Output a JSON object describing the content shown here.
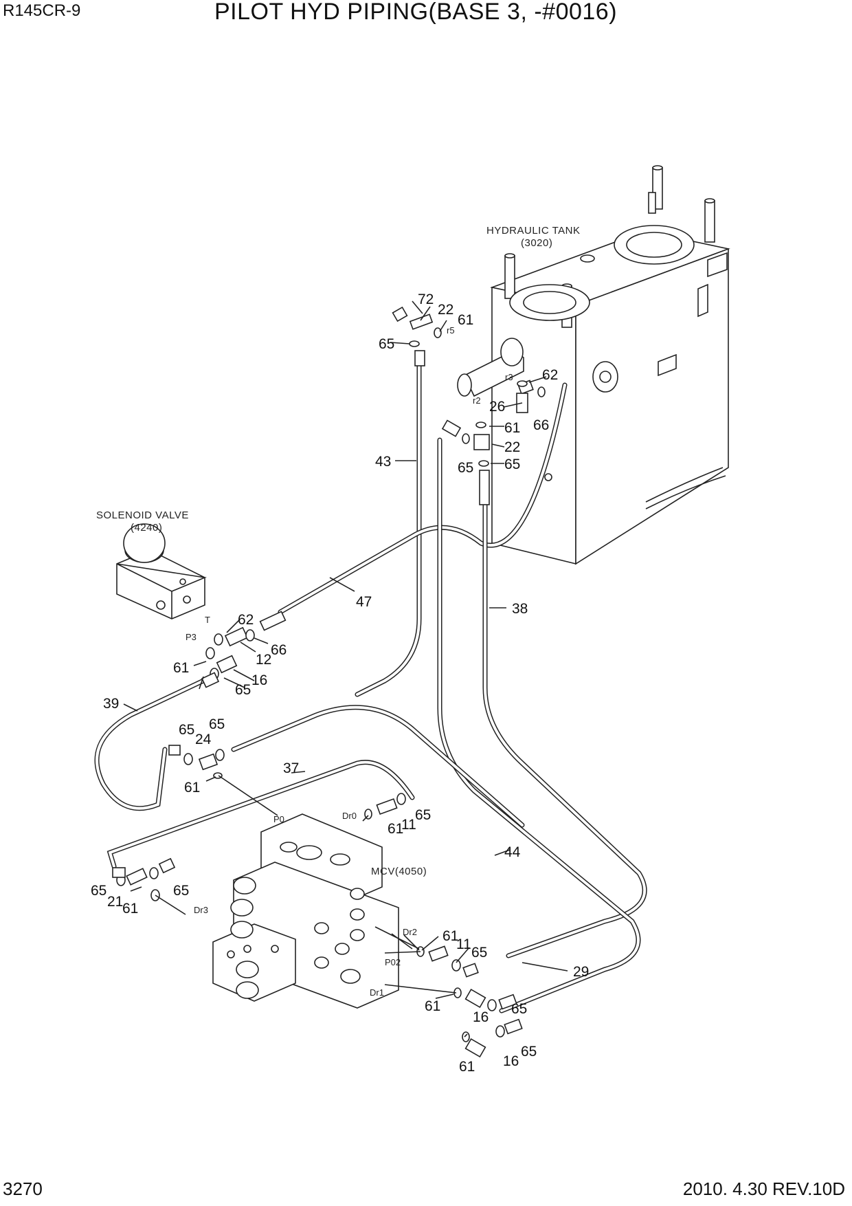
{
  "header": {
    "model": "R145CR-9",
    "title": "PILOT HYD PIPING(BASE 3, -#0016)"
  },
  "footer": {
    "page": "3270",
    "revision": "2010. 4.30  REV.10D"
  },
  "components": {
    "tank_name": "HYDRAULIC TANK",
    "tank_ref": "(3020)",
    "solenoid_name": "SOLENOID VALVE",
    "solenoid_ref": "(4240)",
    "mcv": "MCV(4050)"
  },
  "ports": {
    "r5": "r5",
    "r3": "r3",
    "r2": "r2",
    "T": "T",
    "P3": "P3",
    "P0": "P0",
    "Dr0": "Dr0",
    "Dr3": "Dr3",
    "Dr2": "Dr2",
    "P02": "P02",
    "Dr1": "Dr1"
  },
  "callouts": {
    "c72": "72",
    "c22a": "22",
    "c61a": "61",
    "c65a": "65",
    "c62a": "62",
    "c26": "26",
    "c66a": "66",
    "c61b": "61",
    "c22b": "22",
    "c65b": "65",
    "c65c": "65",
    "c43": "43",
    "c47": "47",
    "c38": "38",
    "c62b": "62",
    "c12": "12",
    "c66b": "66",
    "c61c": "61",
    "c16a": "16",
    "c65d": "65",
    "c39": "39",
    "c65e": "65",
    "c65f": "65",
    "c24": "24",
    "c61d": "61",
    "c37": "37",
    "c65g": "65",
    "c11a": "11",
    "c61e": "61",
    "c44": "44",
    "c65h": "65",
    "c21": "21",
    "c61f": "61",
    "c65i": "65",
    "c61g": "61",
    "c11b": "11",
    "c65j": "65",
    "c29": "29",
    "c61h": "61",
    "c16b": "16",
    "c65k": "65",
    "c16c": "16",
    "c65l": "65",
    "c61i": "61"
  }
}
